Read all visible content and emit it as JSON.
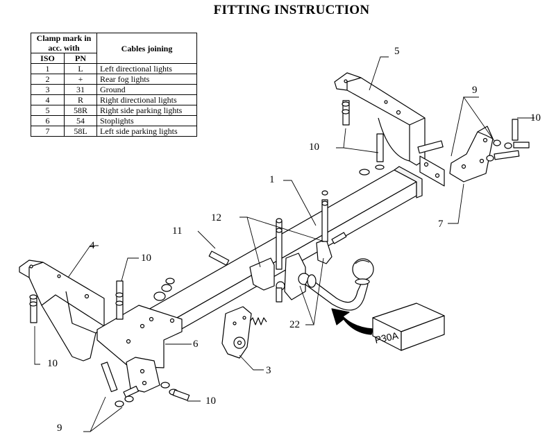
{
  "title": "FITTING INSTRUCTION",
  "table": {
    "header_clamp": "Clamp mark in acc. with",
    "header_cables": "Cables joining",
    "header_iso": "ISO",
    "header_pn": "PN",
    "rows": [
      {
        "iso": "1",
        "pn": "L",
        "cable": "Left directional lights"
      },
      {
        "iso": "2",
        "pn": "+",
        "cable": "Rear fog lights"
      },
      {
        "iso": "3",
        "pn": "31",
        "cable": "Ground"
      },
      {
        "iso": "4",
        "pn": "R",
        "cable": "Right directional lights"
      },
      {
        "iso": "5",
        "pn": "58R",
        "cable": "Right side parking lights"
      },
      {
        "iso": "6",
        "pn": "54",
        "cable": "Stoplights"
      },
      {
        "iso": "7",
        "pn": "58L",
        "cable": "Left side parking lights"
      }
    ]
  },
  "part_labels": {
    "p1": "1",
    "p3": "3",
    "p4": "4",
    "p5": "5",
    "p6": "6",
    "p7": "7",
    "p9_top": "9",
    "p9_bottom": "9",
    "p10_top_right": "10",
    "p10_top_mid": "10",
    "p10_mid_left": "10",
    "p10_left": "10",
    "p10_bottom": "10",
    "p11": "11",
    "p12": "12",
    "p22": "22"
  },
  "box_label": "P30A"
}
